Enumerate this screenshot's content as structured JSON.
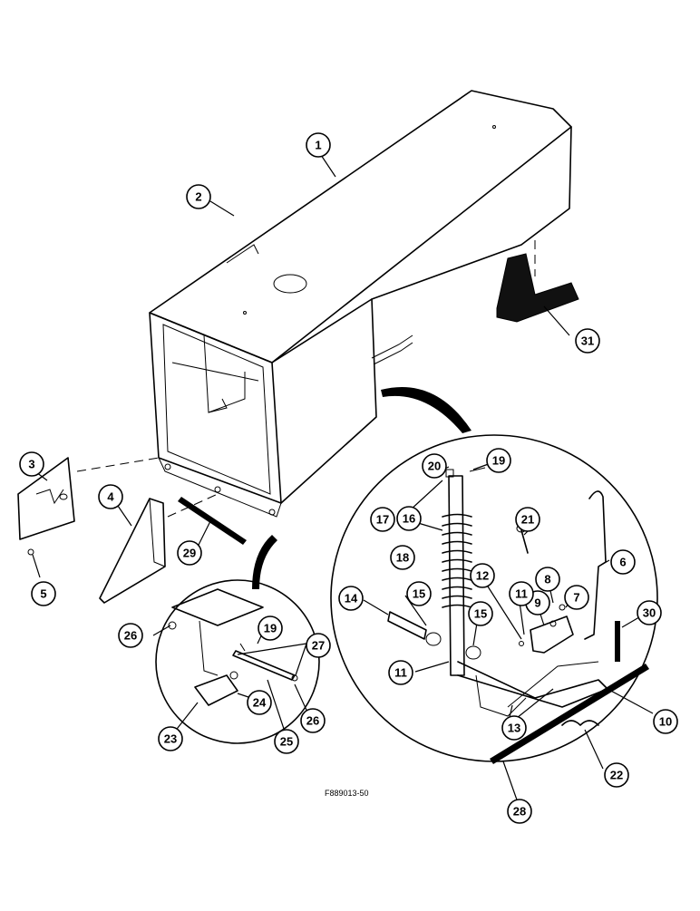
{
  "figure_id": "F889013-50",
  "callouts": [
    {
      "label": "1"
    },
    {
      "label": "2"
    },
    {
      "label": "3"
    },
    {
      "label": "4"
    },
    {
      "label": "5"
    },
    {
      "label": "6"
    },
    {
      "label": "7"
    },
    {
      "label": "8"
    },
    {
      "label": "9"
    },
    {
      "label": "10"
    },
    {
      "label": "11"
    },
    {
      "label": "11"
    },
    {
      "label": "12"
    },
    {
      "label": "13"
    },
    {
      "label": "14"
    },
    {
      "label": "15"
    },
    {
      "label": "15"
    },
    {
      "label": "16"
    },
    {
      "label": "17"
    },
    {
      "label": "18"
    },
    {
      "label": "19"
    },
    {
      "label": "19"
    },
    {
      "label": "20"
    },
    {
      "label": "21"
    },
    {
      "label": "22"
    },
    {
      "label": "23"
    },
    {
      "label": "24"
    },
    {
      "label": "25"
    },
    {
      "label": "26"
    },
    {
      "label": "26"
    },
    {
      "label": "27"
    },
    {
      "label": "28"
    },
    {
      "label": "29"
    },
    {
      "label": "30"
    },
    {
      "label": "31"
    }
  ]
}
